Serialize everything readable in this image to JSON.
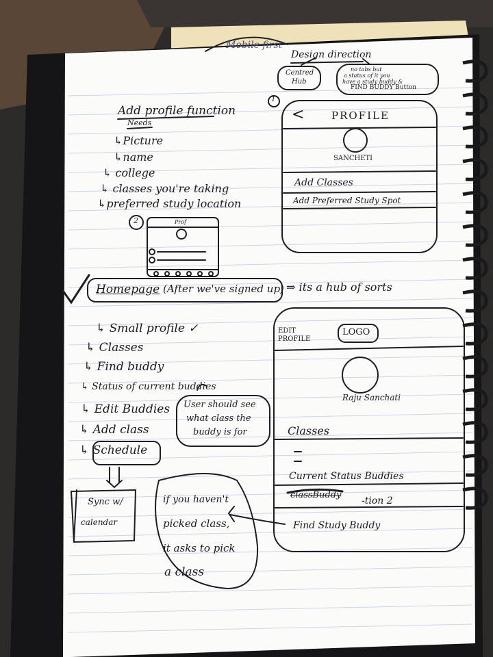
{
  "top_note": {
    "text": "Mobile first"
  },
  "design_direction": {
    "title": "Design direction",
    "bubble_left": [
      "Centred",
      "Hub"
    ],
    "bubble_right": [
      "no tabs but",
      "a status of it you",
      "have a study buddy &",
      "FIND BUDDY Button"
    ]
  },
  "markers": {
    "one": "1",
    "two": "2"
  },
  "add_profile": {
    "title": "Add profile function",
    "needs": "Needs",
    "items": [
      "↳Picture",
      "↳name",
      "↳ college",
      "↳ classes you're taking",
      "↳preferred study location"
    ]
  },
  "mini_sketch": {
    "label": "Prof"
  },
  "profile_phone": {
    "back": "<",
    "title": "PROFILE",
    "name": "SANCHETI",
    "rows": [
      "Add Classes",
      "Add Preferred Study Spot"
    ]
  },
  "homepage": {
    "title": "Homepage",
    "subtitle": "(After we've signed up)",
    "arrow_note": "⇒ its a hub of sorts",
    "items": [
      "↳ Small profile ✓",
      "↳ Classes",
      "↳ Find buddy",
      "↳ Status of current buddies",
      "↳ Edit Buddies",
      "↳ Add class",
      "↳ Schedule"
    ]
  },
  "user_note": [
    "User should see",
    "what class the",
    "buddy is for"
  ],
  "sync_box": [
    "Sync w/",
    "calendar"
  ],
  "pick_class_note": [
    "if you haven't",
    "picked class,",
    "it asks to pick",
    "a class"
  ],
  "home_phone": {
    "edit": [
      "EDIT",
      "PROFILE"
    ],
    "logo": "LOGO",
    "name": "Raju Sanchati",
    "rows": [
      "Classes",
      "Current Status Buddies",
      "-tion 2",
      "Find Study Buddy"
    ],
    "scribble": "classBuddy"
  }
}
